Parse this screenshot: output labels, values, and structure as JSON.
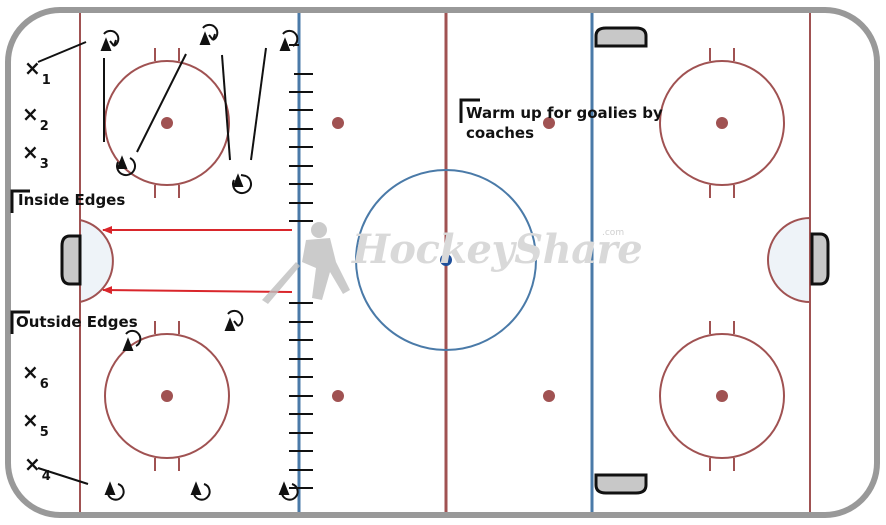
{
  "title_lines": [
    "Warm up for goalies by",
    "coaches"
  ],
  "labels": {
    "inside_edges": "Inside Edges",
    "outside_edges": "Outside Edges"
  },
  "players": [
    {
      "symbol": "×",
      "number": "1"
    },
    {
      "symbol": "×",
      "number": "2"
    },
    {
      "symbol": "×",
      "number": "3"
    },
    {
      "symbol": "×",
      "number": "6"
    },
    {
      "symbol": "×",
      "number": "5"
    },
    {
      "symbol": "×",
      "number": "4"
    }
  ],
  "watermark": {
    "text": "HockeyShare",
    "sub": ".com"
  },
  "colors": {
    "board": "#999999",
    "red_line": "#a05252",
    "blue_line": "#4a7aa8",
    "crease_fill": "#eef3f8",
    "goal_fill": "#c8c8c8",
    "arrow_red": "#d9262b",
    "center_dot": "#1f4f9a"
  }
}
